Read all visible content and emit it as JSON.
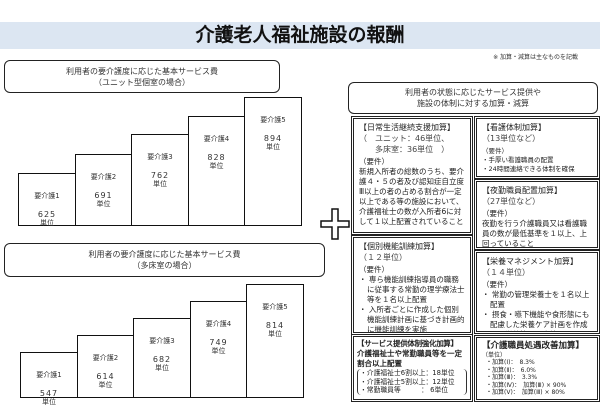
{
  "title": "介護老人福祉施設の報酬",
  "note": "※ 加算・減算は主なものを記載",
  "unit_section": {
    "title": "利用者の要介護度に応じた基本サービス費",
    "subtitle": "（ユニット型個室の場合）",
    "bars": [
      {
        "level": "要介護1",
        "value": 625,
        "unit": "単位"
      },
      {
        "level": "要介護2",
        "value": 691,
        "unit": "単位"
      },
      {
        "level": "要介護3",
        "value": 762,
        "unit": "単位"
      },
      {
        "level": "要介護4",
        "value": 828,
        "unit": "単位"
      },
      {
        "level": "要介護5",
        "value": 894,
        "unit": "単位"
      }
    ]
  },
  "multi_section": {
    "title": "利用者の要介護度に応じた基本サービス費",
    "subtitle": "（多床室の場合）",
    "bars": [
      {
        "level": "要介護1",
        "value": 547,
        "unit": "単位"
      },
      {
        "level": "要介護2",
        "value": 614,
        "unit": "単位"
      },
      {
        "level": "要介護3",
        "value": 682,
        "unit": "単位"
      },
      {
        "level": "要介護4",
        "value": 749,
        "unit": "単位"
      },
      {
        "level": "要介護5",
        "value": 814,
        "unit": "単位"
      }
    ]
  },
  "addons_header": {
    "line1": "利用者の状態に応じたサービス提供や",
    "line2": "施設の体制に対する加算・減算"
  },
  "addons": {
    "daily": {
      "title": "【日常生活継続支援加算】",
      "sub1": "（　ユニット：46単位、",
      "sub2": "　　多床室：36単位　）",
      "req": "（要件）",
      "body": "新規入所者の総数のうち、要介護４・５の者及び認知症自立度Ⅲ以上の者の占める割合が一定以上である等の施設において、介護福祉士の数が入所者6に対して１以上配置されていること"
    },
    "nursing": {
      "title": "【看護体制加算】",
      "sub": "（13単位など）",
      "req": "（要件）",
      "items": [
        "・手厚い看護職員の配置",
        "・24時間連絡できる体制を確保"
      ]
    },
    "night": {
      "title": "【夜勤職員配置加算】",
      "sub": "（27単位など）",
      "req": "（要件）",
      "body": "夜勤を行う介護職員又は看護職員の数が最低基準を１以上、上回っていること"
    },
    "functional": {
      "title": "【個別機能訓練加算】",
      "sub": "（１２単位）",
      "req": "（要件）",
      "items": [
        "・ 専ら機能訓練指導員の職務に従事する常勤の理学療法士等を１名以上配置",
        "・ 入所者ごとに作成した個別機能訓練計画に基づき計画的に機能訓練を実施"
      ]
    },
    "nutrition": {
      "title": "【栄養マネジメント加算】",
      "sub": "（１４単位）",
      "req": "（要件）",
      "items": [
        "・ 常勤の管理栄養士を１名以上配置",
        "・ 摂食・嚥下機能や食形態にも配慮した栄養ケア計画を作成し、栄養管理を実施。"
      ]
    },
    "service": {
      "title": "【サービス提供体制強化加算】",
      "body": "介護福祉士や常勤職員等を一定割合以上配置",
      "items": [
        "・介護福祉士6割以上：18単位",
        "・介護福祉士5割以上：12単位",
        "・常勤職員等　　　：  6単位"
      ]
    },
    "treatment": {
      "title": "【介護職員処遇改善加算】",
      "unit": "（単位）",
      "items": [
        "・加算(Ⅰ)：　8.3%",
        "・加算(Ⅱ)：　6.0%",
        "・加算(Ⅲ)：　3.3%",
        "・加算(Ⅳ)：　加算(Ⅲ) × 90%",
        "・加算(Ⅴ)：　加算(Ⅲ) × 80%"
      ]
    }
  }
}
